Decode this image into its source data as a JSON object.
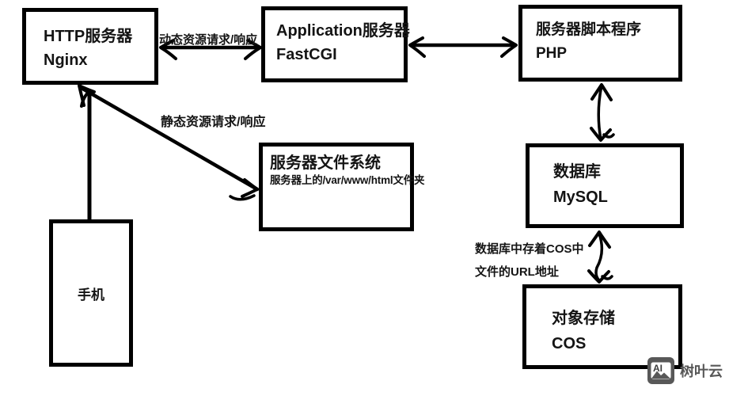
{
  "diagram": {
    "nodes": {
      "nginx": {
        "line1": "HTTP服务器",
        "line2": "Nginx"
      },
      "fastcgi": {
        "line1": "Application服务器",
        "line2": "FastCGI"
      },
      "php": {
        "line1": "服务器脚本程序",
        "line2": "PHP"
      },
      "filesystem": {
        "title": "服务器文件系统",
        "subtitle": "服务器上的/var/www/html文件夹"
      },
      "mysql": {
        "line1": "数据库",
        "line2": "MySQL"
      },
      "cos": {
        "line1": "对象存储",
        "line2": "COS"
      },
      "phone": {
        "label": "手机"
      }
    },
    "edge_labels": {
      "dynamic": "动态资源请求/响应",
      "static": "静态资源请求/响应",
      "url_note_line1": "数据库中存着COS中",
      "url_note_line2": "文件的URL地址"
    },
    "colors": {
      "line": "#000000",
      "background": "#ffffff",
      "watermark_gray": "#585858"
    }
  },
  "watermark": {
    "icon_label": "AI",
    "brand": "树叶云"
  }
}
